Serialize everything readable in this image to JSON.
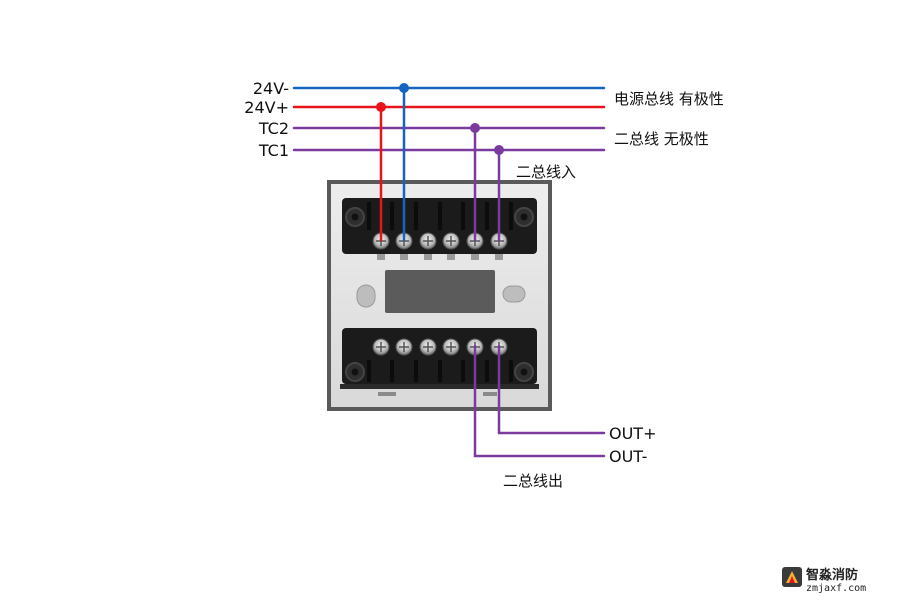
{
  "terminals": {
    "v24_minus": "24V-",
    "v24_plus": "24V+",
    "tc2": "TC2",
    "tc1": "TC1",
    "out_plus": "OUT+",
    "out_minus": "OUT-"
  },
  "annotations": {
    "power_bus": "电源总线 有极性",
    "two_bus": "二总线 无极性",
    "bus_in": "二总线入",
    "bus_out": "二总线出"
  },
  "logo": {
    "name": "智淼消防",
    "url": "zmjaxf.com"
  },
  "colors": {
    "blue_wire": "#1565c0",
    "red_wire": "#e8141c",
    "purple_wire": "#7b3a9e",
    "device_frame": "#555555",
    "device_face": "#e6e6e6",
    "terminal_block": "#1a1a1a"
  }
}
